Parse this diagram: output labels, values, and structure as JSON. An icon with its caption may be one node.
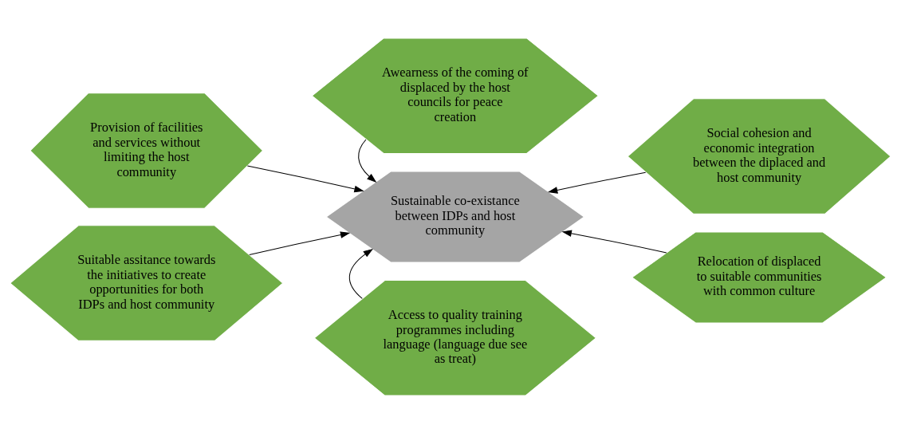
{
  "diagram": {
    "nodes": [
      {
        "text": [
          "Awearness of the coming of displaced by the host councils for peace creation"
        ]
      },
      {
        "text": [
          "Provision of facilities and services without limiting the host community"
        ]
      },
      {
        "text": [
          "Social cohesion and economic integration between the diplaced and host community"
        ]
      },
      {
        "text": [
          "Sustainable co-existance between IDPs and host community"
        ]
      },
      {
        "text": [
          "Suitable assitance towards the initiatives to create opportunities for both IDPs and host community"
        ]
      },
      {
        "text": [
          "Relocation of displaced  to suitable communities with common culture"
        ]
      },
      {
        "text": [
          "Access to quality training programmes including language (language due see as treat)"
        ]
      }
    ],
    "edges": [
      {
        "from": 0,
        "to": 3,
        "arrow": "to"
      },
      {
        "from": 1,
        "to": 3,
        "arrow": "to"
      },
      {
        "from": 2,
        "to": 3,
        "arrow": "to"
      },
      {
        "from": 4,
        "to": 3,
        "arrow": "to"
      },
      {
        "from": 5,
        "to": 3,
        "arrow": "to"
      },
      {
        "from": 6,
        "to": 3,
        "arrow": "to"
      }
    ]
  }
}
